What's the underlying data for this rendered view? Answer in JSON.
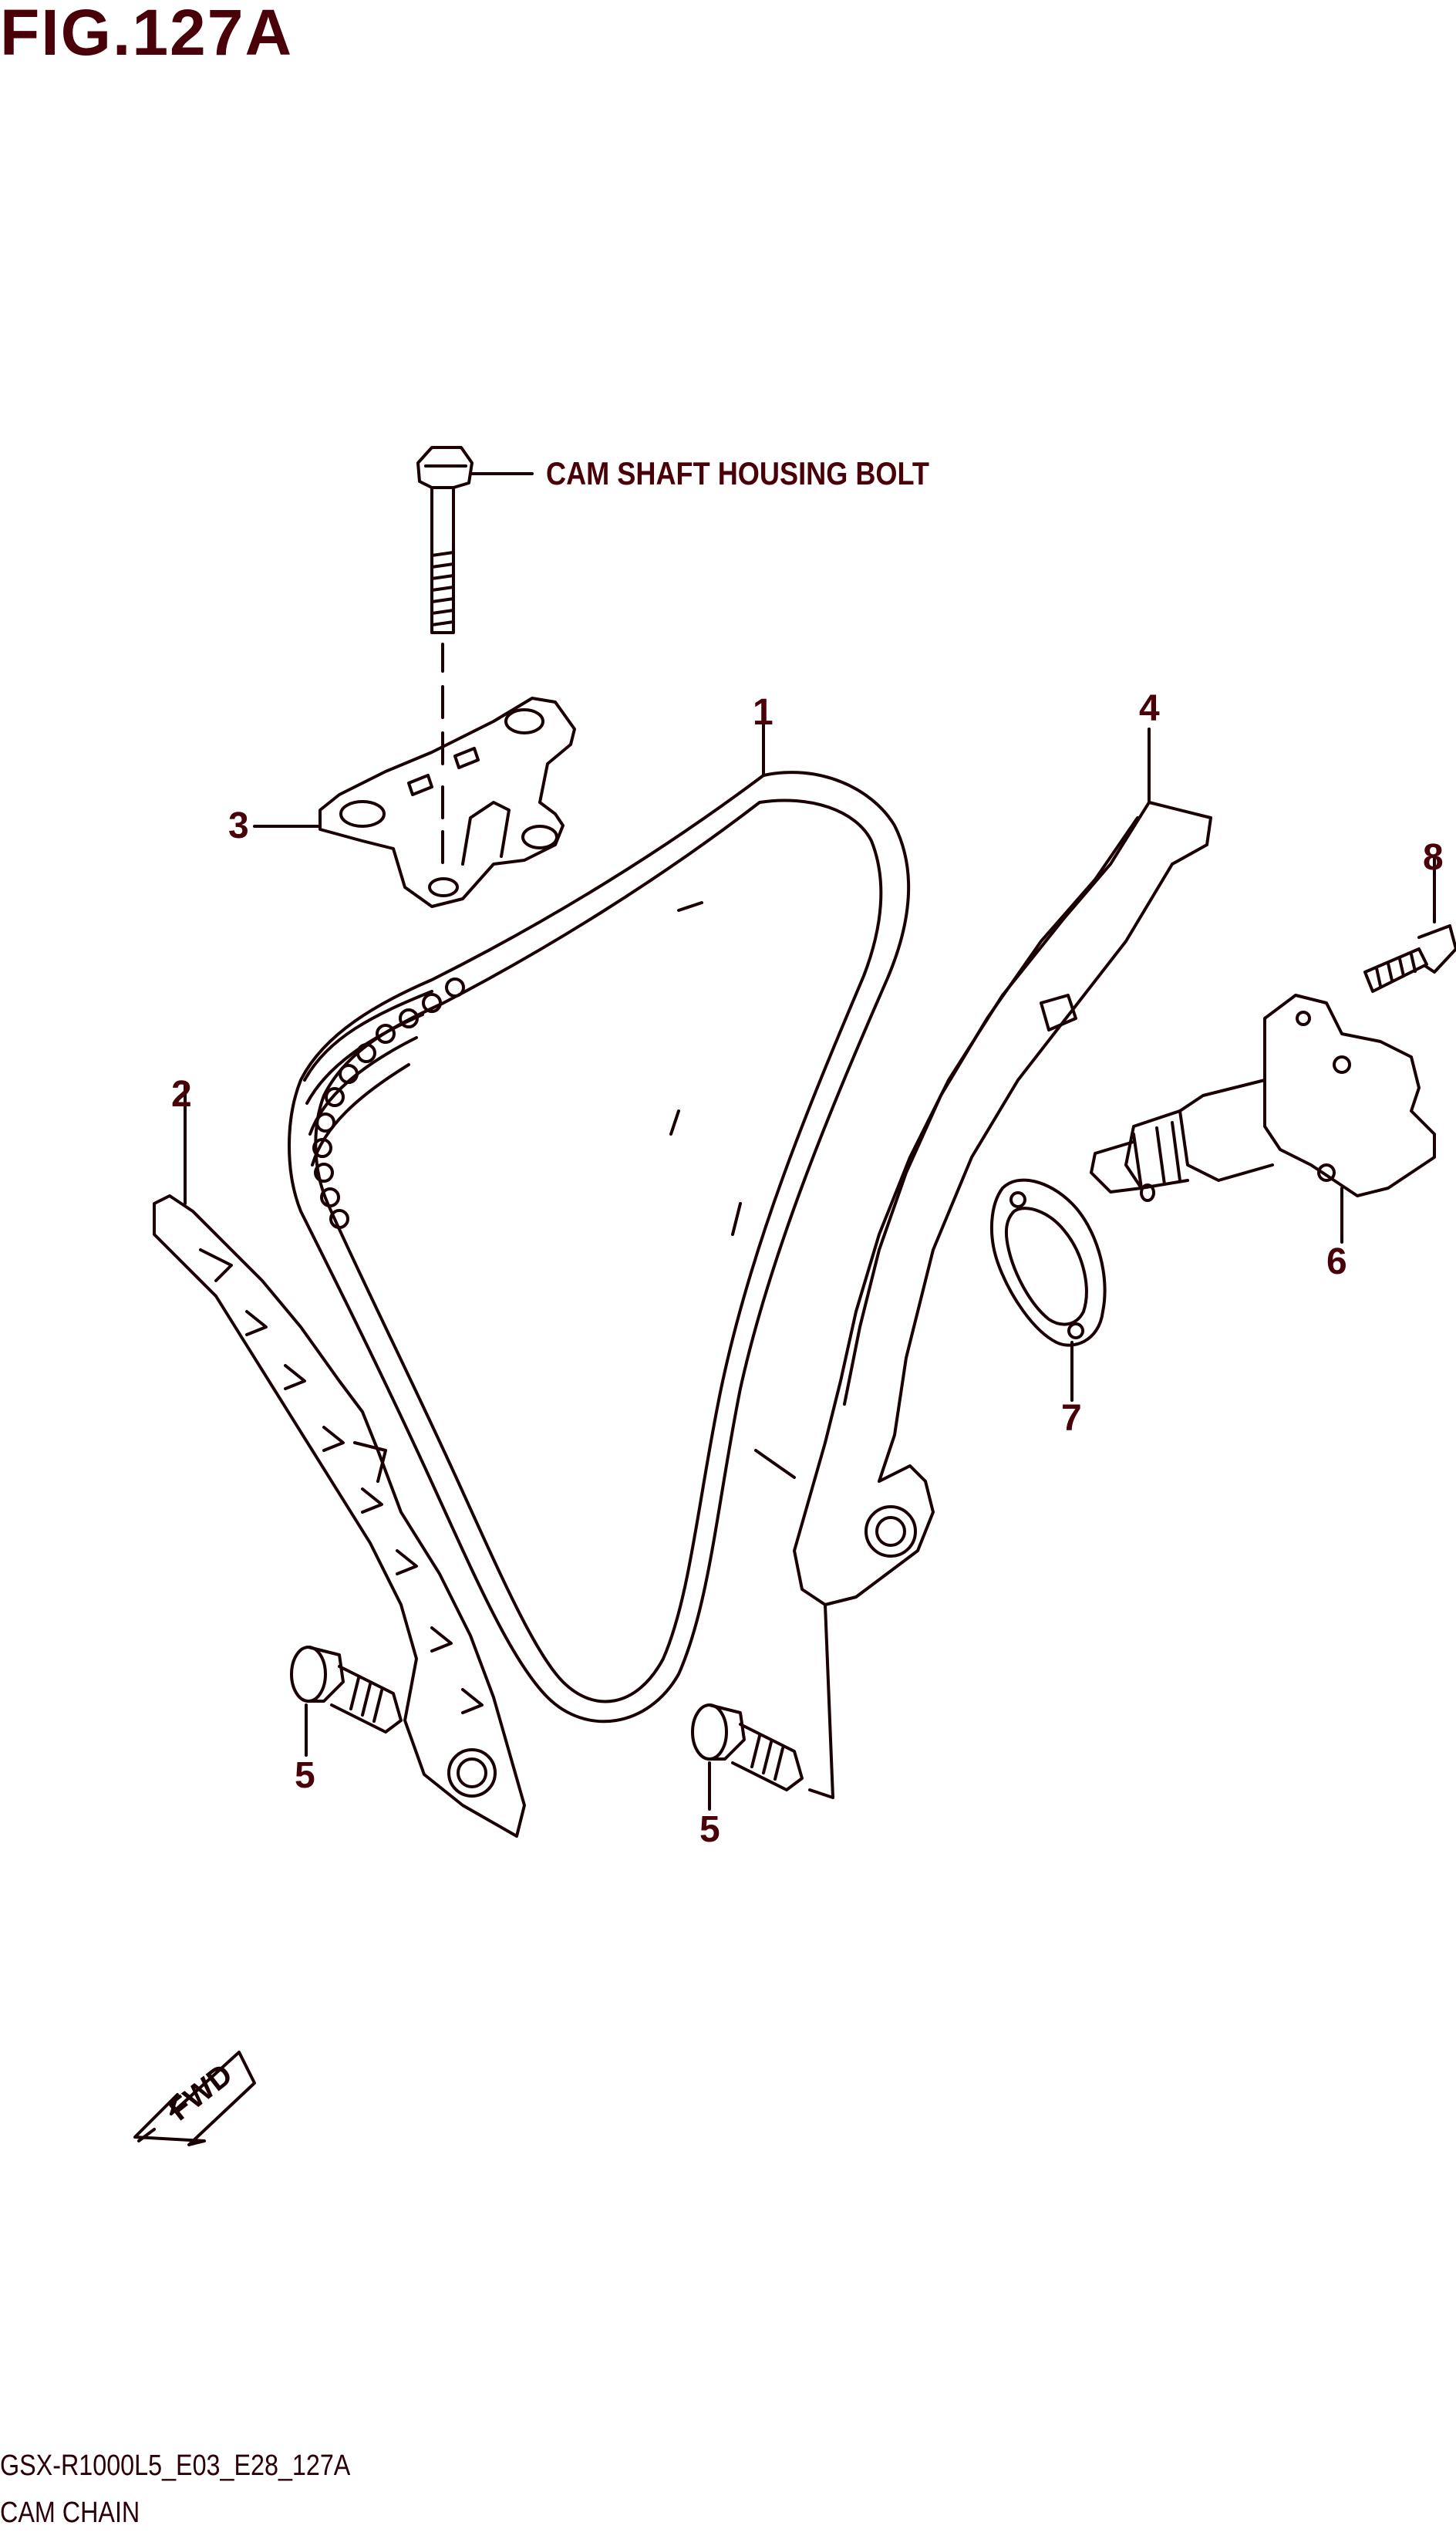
{
  "figure": {
    "title": "FIG.127A",
    "model_code": "GSX-R1000L5_E03_E28_127A",
    "caption": "CAM CHAIN"
  },
  "labels": {
    "bolt_note": "CAM SHAFT HOUSING BOLT",
    "fwd": "FWD"
  },
  "callouts": {
    "c1": "1",
    "c2": "2",
    "c3": "3",
    "c4": "4",
    "c5a": "5",
    "c5b": "5",
    "c6": "6",
    "c7": "7",
    "c8": "8"
  },
  "colors": {
    "line": "#1a0003",
    "label": "#4a0008"
  }
}
